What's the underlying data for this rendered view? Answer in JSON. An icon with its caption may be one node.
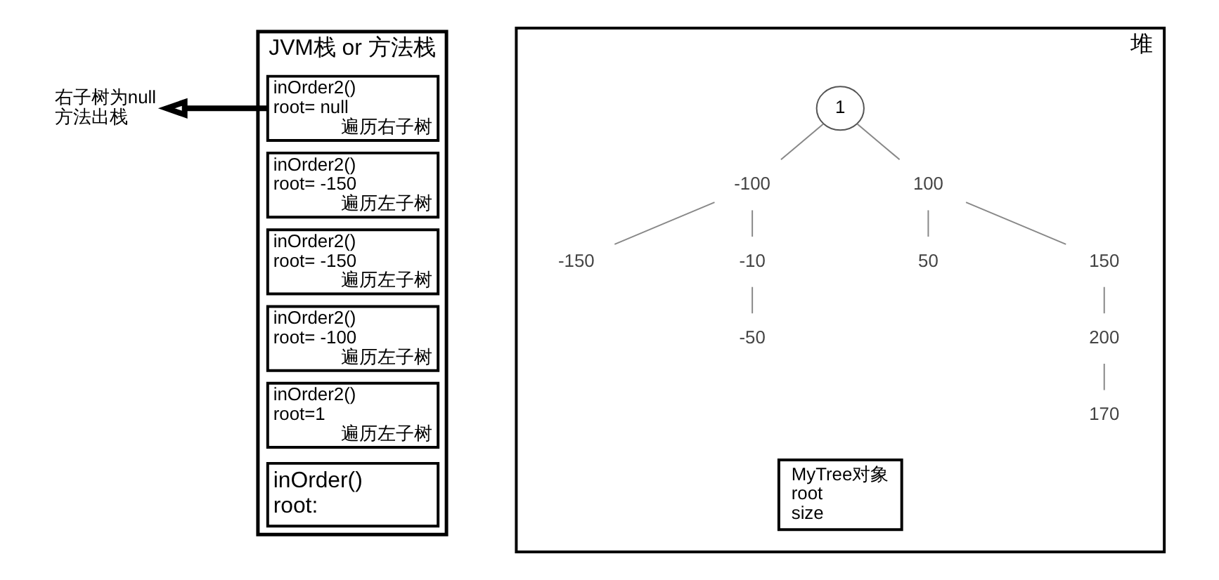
{
  "diagram": {
    "nodes": [
      {
        "text": [
          "JVM栈 or 方法栈"
        ]
      },
      {
        "text": [
          "inOrder2()",
          "root= null",
          "遍历右子树"
        ],
        "in": 0
      },
      {
        "text": [
          "inOrder2()",
          "root= -150",
          "遍历左子树"
        ],
        "in": 0
      },
      {
        "text": [
          "inOrder2()",
          "root= -150",
          "遍历左子树"
        ],
        "in": 0
      },
      {
        "text": [
          "inOrder2()",
          "root= -100",
          "遍历左子树"
        ],
        "in": 0
      },
      {
        "text": [
          "inOrder2()",
          "root=1",
          "遍历左子树"
        ],
        "in": 0
      },
      {
        "text": [
          "inOrder()",
          "root:"
        ],
        "in": 0
      },
      {
        "text": [
          "右子树为null",
          "方法出栈"
        ]
      },
      {
        "text": [
          "堆"
        ]
      },
      {
        "text": [
          "1"
        ],
        "in": 8
      },
      {
        "text": [
          "-100"
        ],
        "in": 8
      },
      {
        "text": [
          "100"
        ],
        "in": 8
      },
      {
        "text": [
          "-150"
        ],
        "in": 8
      },
      {
        "text": [
          "-10"
        ],
        "in": 8
      },
      {
        "text": [
          "50"
        ],
        "in": 8
      },
      {
        "text": [
          "150"
        ],
        "in": 8
      },
      {
        "text": [
          "-50"
        ],
        "in": 8
      },
      {
        "text": [
          "200"
        ],
        "in": 8
      },
      {
        "text": [
          "170"
        ],
        "in": 8
      },
      {
        "text": [
          "MyTree对象",
          "root",
          "size"
        ],
        "in": 8
      }
    ],
    "edges": [
      {
        "from": 1,
        "to": 7,
        "arrow": "to",
        "style": "thick",
        "color": "#000000"
      },
      {
        "from": 9,
        "to": 10,
        "arrow": "none"
      },
      {
        "from": 9,
        "to": 11,
        "arrow": "none"
      },
      {
        "from": 10,
        "to": 12,
        "arrow": "none"
      },
      {
        "from": 10,
        "to": 13,
        "arrow": "none"
      },
      {
        "from": 13,
        "to": 16,
        "arrow": "none"
      },
      {
        "from": 11,
        "to": 14,
        "arrow": "none"
      },
      {
        "from": 11,
        "to": 15,
        "arrow": "none"
      },
      {
        "from": 15,
        "to": 17,
        "arrow": "none"
      },
      {
        "from": 17,
        "to": 18,
        "arrow": "none"
      }
    ]
  }
}
